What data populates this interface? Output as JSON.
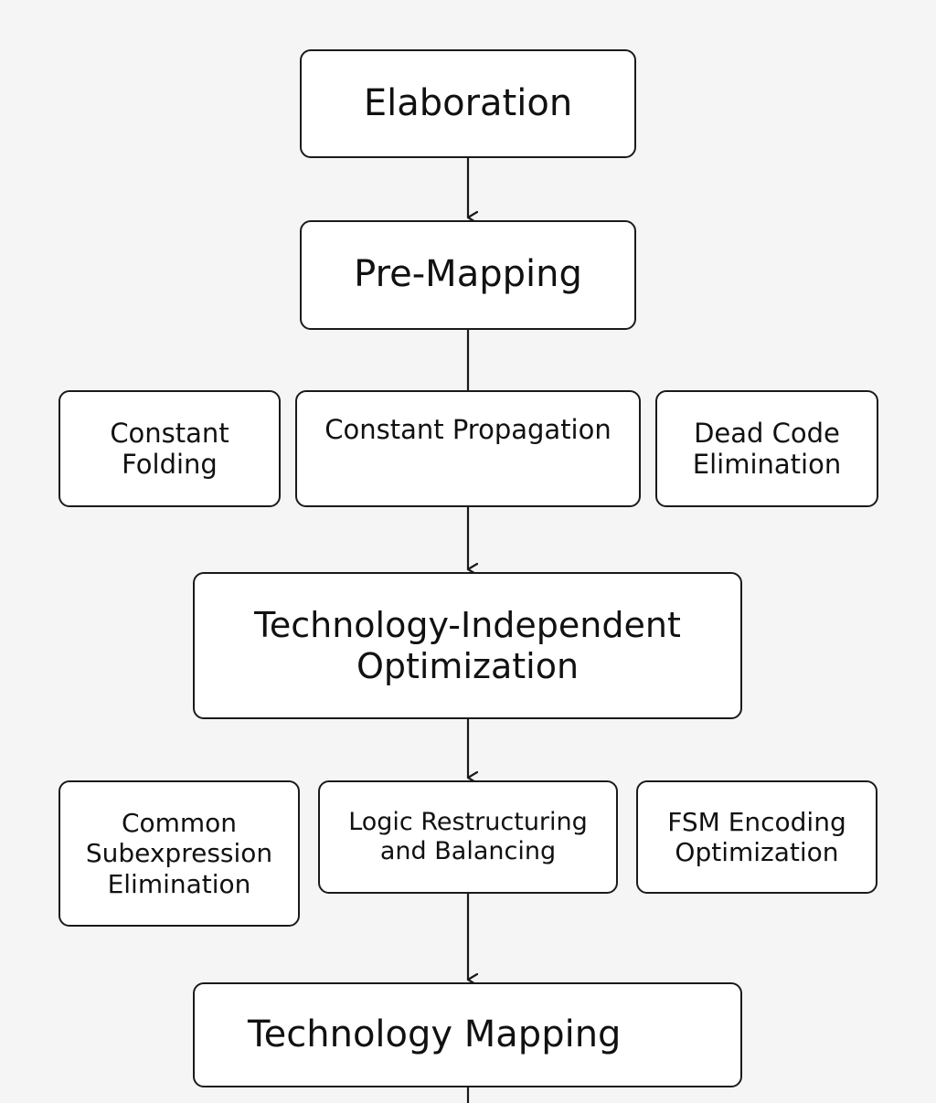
{
  "nodes": {
    "elaboration": "Elaboration",
    "pre_mapping": "Pre-Mapping",
    "constant_folding": "Constant\nFolding",
    "constant_propagation": "Constant Propagation",
    "dead_code_elimination": "Dead Code\nElimination",
    "tech_independent_optimization": "Technology-Independent\nOptimization",
    "common_subexpression_elimination": "Common\nSubexpression\nElimination",
    "logic_restructuring": "Logic Restructuring\nand Balancing",
    "fsm_encoding": "FSM Encoding\nOptimization",
    "technology_mapping": "Technology Mapping"
  },
  "colors": {
    "background": "#f5f5f5",
    "box_fill": "#ffffff",
    "stroke": "#1a1a1a"
  }
}
